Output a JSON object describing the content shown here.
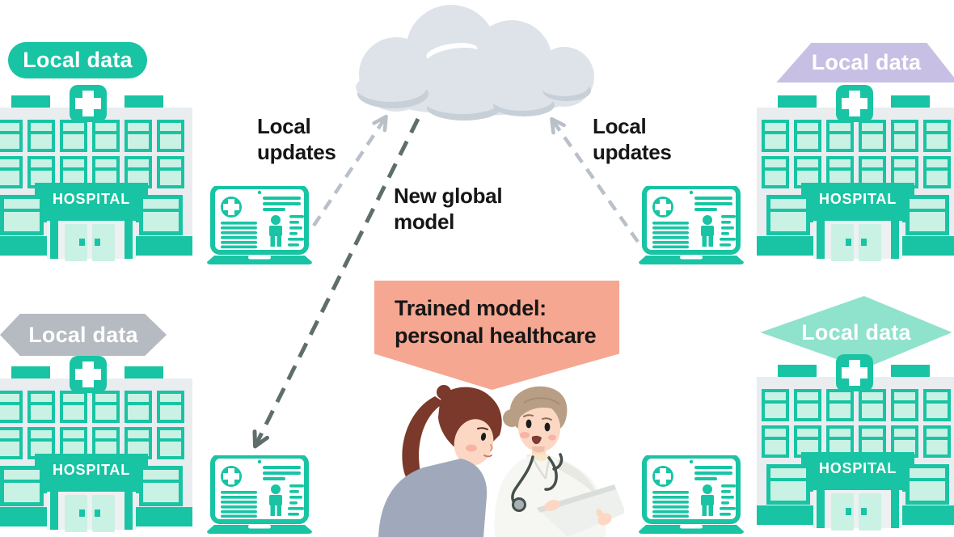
{
  "diagram": {
    "badges": {
      "top_left": {
        "label": "Local data",
        "shape": "pill",
        "color": "#18c4a3"
      },
      "top_right": {
        "label": "Local data",
        "shape": "trapezoid",
        "color": "#c7c0e4"
      },
      "bottom_left": {
        "label": "Local data",
        "shape": "hexagon",
        "color": "#b5bbc1"
      },
      "bottom_right": {
        "label": "Local data",
        "shape": "diamond",
        "color": "#8fe2cc"
      }
    },
    "hospitals": {
      "top_left": {
        "sign": "HOSPITAL"
      },
      "top_right": {
        "sign": "HOSPITAL"
      },
      "bottom_left": {
        "sign": "HOSPITAL"
      },
      "bottom_right": {
        "sign": "HOSPITAL"
      }
    },
    "labels": {
      "local_updates_left": "Local updates",
      "local_updates_right": "Local updates",
      "new_global_model": "New global model",
      "callout_line1": "Trained model:",
      "callout_line2": "personal healthcare"
    },
    "arrows": {
      "left_up": {
        "style": "dashed",
        "color": "#b9c0c8",
        "direction": "laptop-to-cloud"
      },
      "right_up": {
        "style": "dashed",
        "color": "#b9c0c8",
        "direction": "laptop-to-cloud"
      },
      "center_down": {
        "style": "dashed",
        "color": "#5f6e6b",
        "direction": "cloud-to-laptop"
      }
    },
    "colors": {
      "teal": "#18c4a3",
      "window_fill": "#c9f1e4",
      "facade": "#e9edf0",
      "cloud_main": "#dde3e9",
      "cloud_shadow": "#c7cfd8",
      "arrow_gray": "#b9c0c8",
      "arrow_dark": "#5f6e6b",
      "callout_pink": "#f6a791",
      "badge_lavender": "#c7c0e4",
      "badge_gray": "#b5bbc1",
      "badge_mint": "#8fe2cc",
      "text": "#161616",
      "patient_hair": "#7a392b",
      "doctor_hair": "#b89e85",
      "skin": "#fcd8c4",
      "patient_shirt": "#a0a9bc",
      "doctor_coat": "#f6f6f3"
    }
  }
}
